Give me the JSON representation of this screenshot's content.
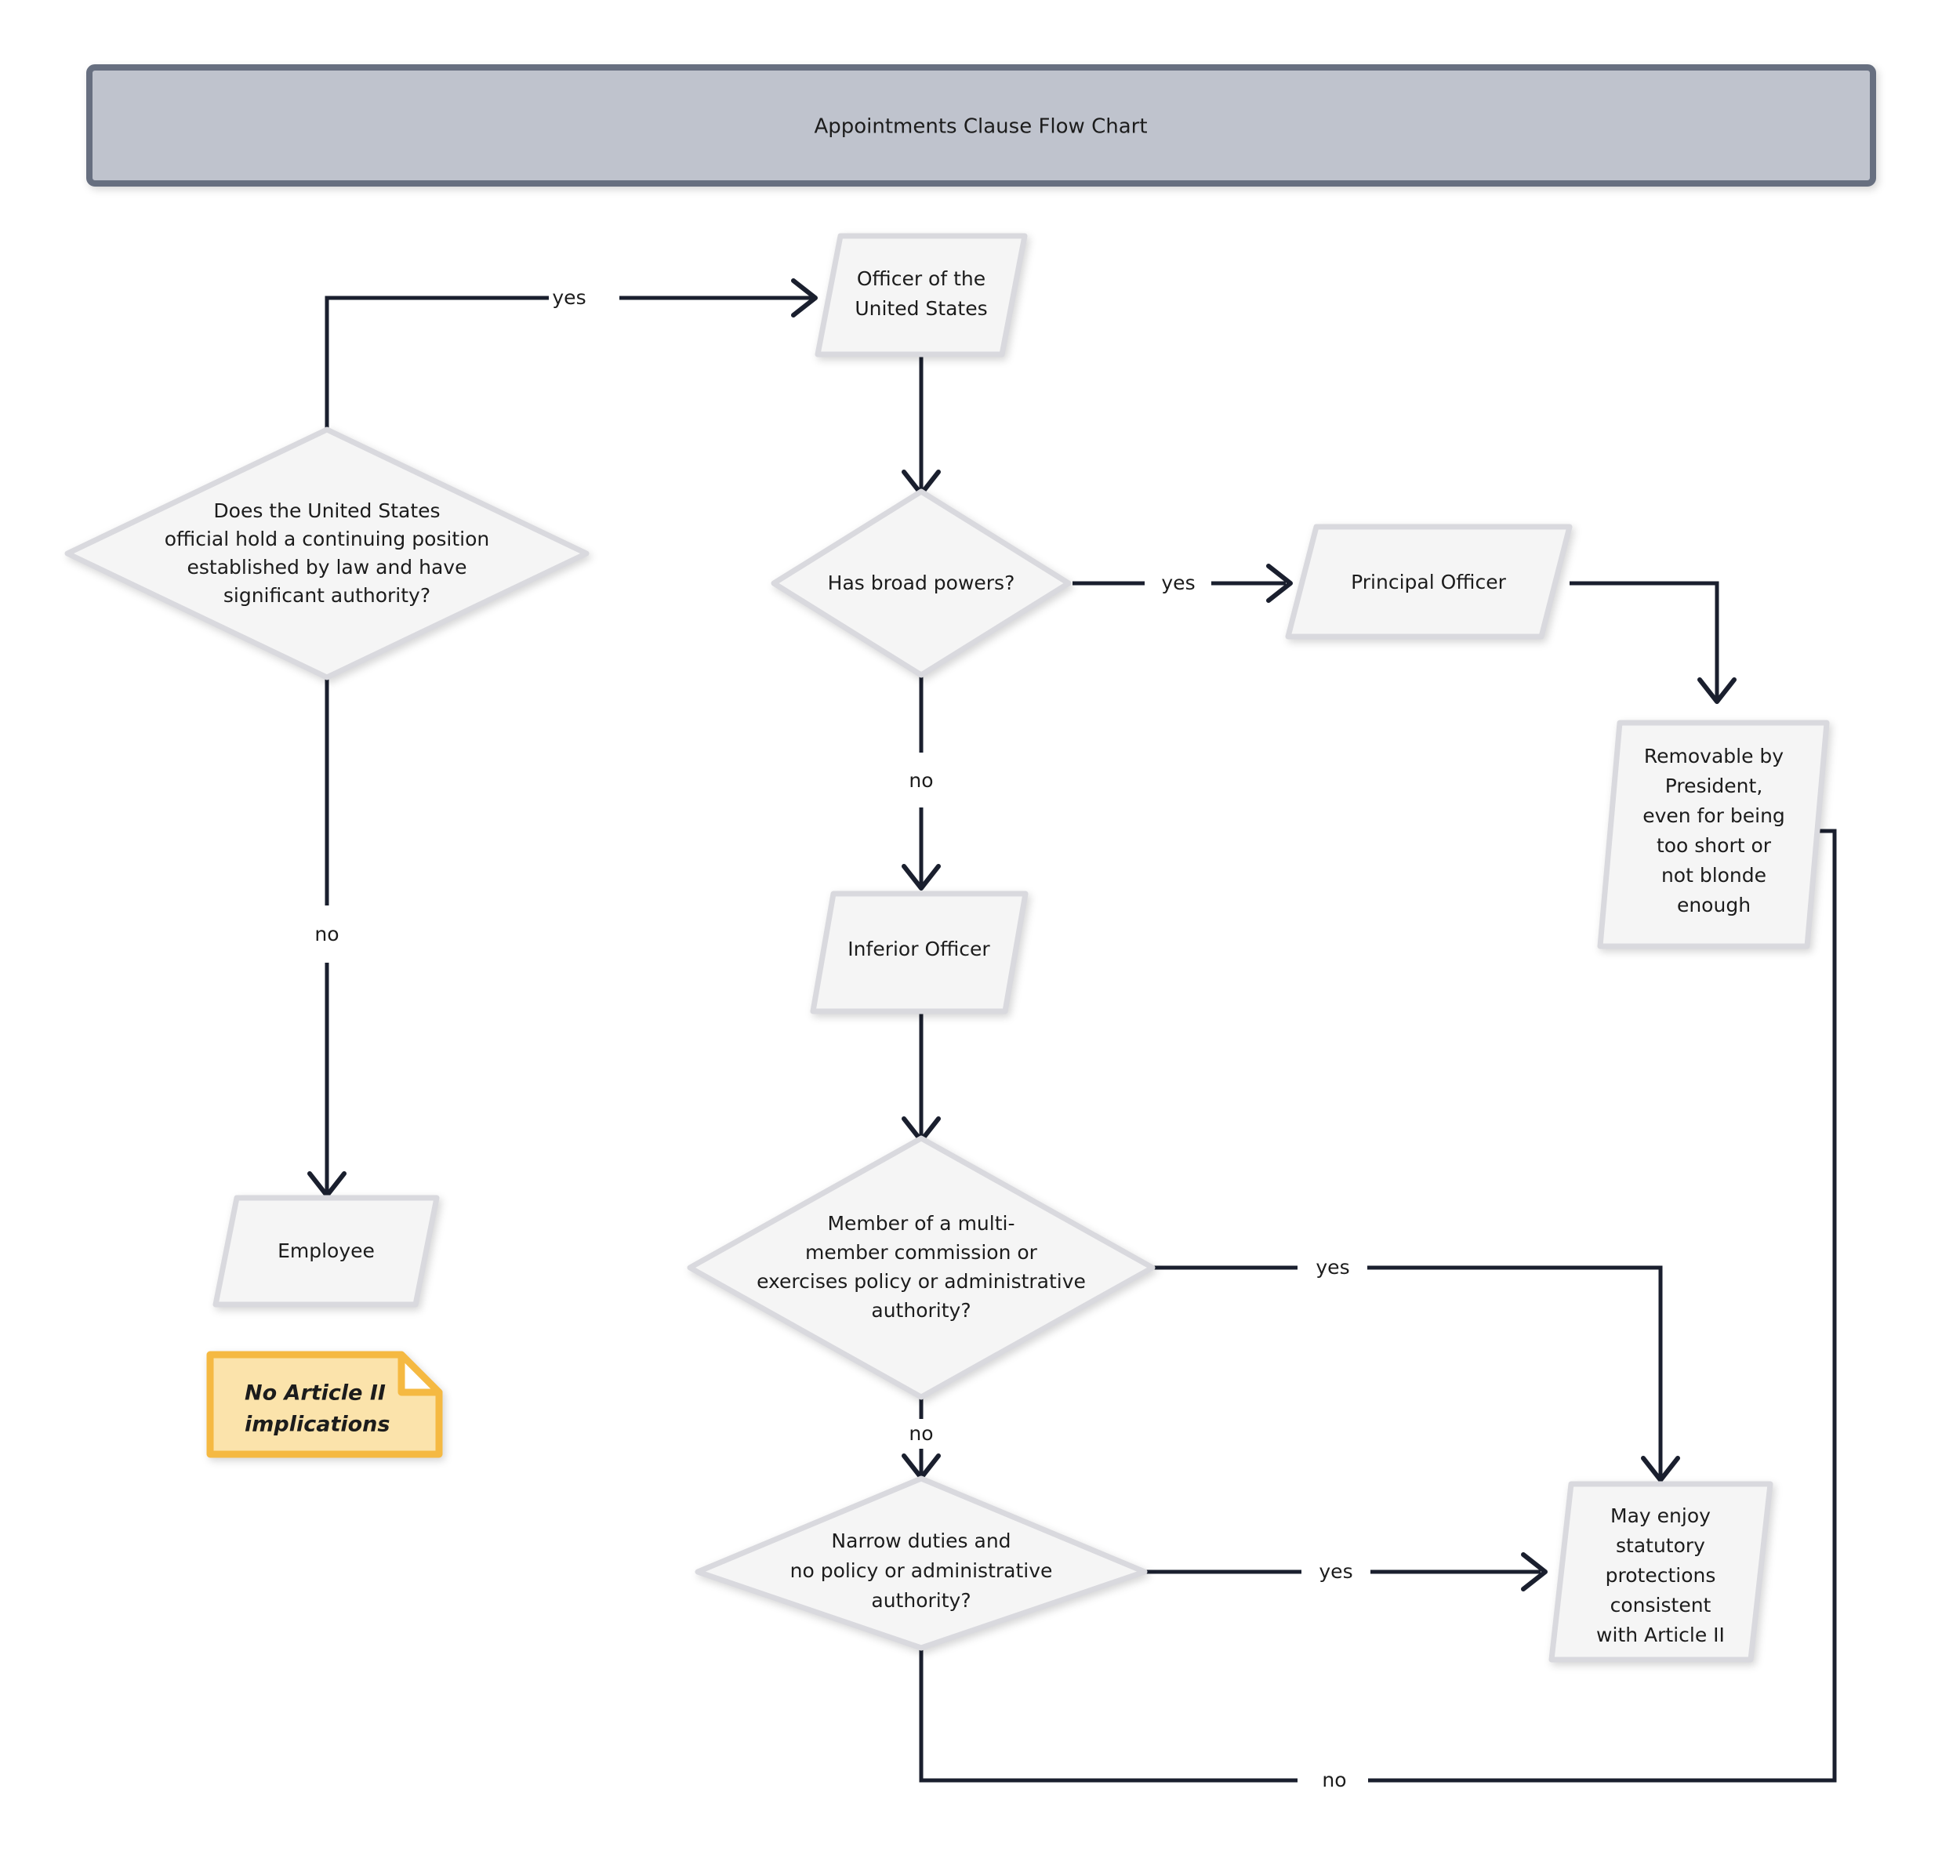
{
  "title_bar": {
    "label": "Appointments Clause Flow Chart",
    "fill": "#bfc3cd",
    "border": "#676f80"
  },
  "theme": {
    "node_fill": "#f5f5f5",
    "node_border": "#d9d9de",
    "edge_color": "#1a1f2e",
    "note_fill": "#fbe3ab",
    "note_border": "#f5b942",
    "text_color": "#1c1c1c",
    "background": "#ffffff"
  },
  "chart_data": {
    "type": "diagram",
    "title": "Appointments Clause Flow Chart",
    "nodes": [
      {
        "id": "q-official",
        "shape": "diamond",
        "lines": [
          "Does the United States",
          "official hold a continuing position",
          "established by law and have",
          "significant authority?"
        ]
      },
      {
        "id": "officer-us",
        "shape": "parallelogram",
        "lines": [
          "Officer of the",
          "United States"
        ]
      },
      {
        "id": "employee",
        "shape": "parallelogram",
        "lines": [
          "Employee"
        ]
      },
      {
        "id": "note-no-article-ii",
        "shape": "note",
        "lines": [
          "No Article II",
          "implications"
        ]
      },
      {
        "id": "q-broad-powers",
        "shape": "diamond",
        "lines": [
          "Has broad powers?"
        ]
      },
      {
        "id": "principal-officer",
        "shape": "parallelogram",
        "lines": [
          "Principal Officer"
        ]
      },
      {
        "id": "removable",
        "shape": "parallelogram",
        "lines": [
          "Removable by",
          "President,",
          "even for being",
          "too short or",
          "not blonde",
          "enough"
        ]
      },
      {
        "id": "inferior-officer",
        "shape": "parallelogram",
        "lines": [
          "Inferior Officer"
        ]
      },
      {
        "id": "q-multimember",
        "shape": "diamond",
        "lines": [
          "Member of a multi-",
          "member commission or",
          "exercises policy or administrative",
          "authority?"
        ]
      },
      {
        "id": "q-narrow-duties",
        "shape": "diamond",
        "lines": [
          "Narrow duties and",
          "no policy or administrative",
          "authority?"
        ]
      },
      {
        "id": "statutory-protections",
        "shape": "parallelogram",
        "lines": [
          "May enjoy",
          "statutory",
          "protections",
          "consistent",
          "with Article II"
        ]
      }
    ],
    "edges": [
      {
        "id": "e1",
        "from": "q-official",
        "to": "officer-us",
        "label": "yes"
      },
      {
        "id": "e2",
        "from": "q-official",
        "to": "employee",
        "label": "no"
      },
      {
        "id": "e3",
        "from": "officer-us",
        "to": "q-broad-powers",
        "label": ""
      },
      {
        "id": "e4",
        "from": "q-broad-powers",
        "to": "principal-officer",
        "label": "yes"
      },
      {
        "id": "e5",
        "from": "q-broad-powers",
        "to": "inferior-officer",
        "label": "no"
      },
      {
        "id": "e6",
        "from": "principal-officer",
        "to": "removable",
        "label": ""
      },
      {
        "id": "e7",
        "from": "inferior-officer",
        "to": "q-multimember",
        "label": ""
      },
      {
        "id": "e8",
        "from": "q-multimember",
        "to": "statutory-protections",
        "label": "yes"
      },
      {
        "id": "e9",
        "from": "q-multimember",
        "to": "q-narrow-duties",
        "label": "no"
      },
      {
        "id": "e10",
        "from": "q-narrow-duties",
        "to": "statutory-protections",
        "label": "yes"
      },
      {
        "id": "e11",
        "from": "q-narrow-duties",
        "to": "removable",
        "label": "no"
      }
    ]
  },
  "nodes": {
    "q_official": {
      "l1": "Does the United States",
      "l2": "official hold a continuing position",
      "l3": "established by law and have",
      "l4": "significant authority?"
    },
    "officer_us": {
      "l1": "Officer of the",
      "l2": "United States"
    },
    "employee": {
      "l1": "Employee"
    },
    "note": {
      "l1": "No Article II",
      "l2": "implications"
    },
    "q_broad": {
      "l1": "Has broad powers?"
    },
    "principal": {
      "l1": "Principal Officer"
    },
    "removable": {
      "l1": "Removable by",
      "l2": "President,",
      "l3": "even for being",
      "l4": "too short or",
      "l5": "not blonde",
      "l6": "enough"
    },
    "inferior": {
      "l1": "Inferior Officer"
    },
    "q_multi": {
      "l1": "Member of a multi-",
      "l2": "member commission or",
      "l3": "exercises policy or administrative",
      "l4": "authority?"
    },
    "q_narrow": {
      "l1": "Narrow duties and",
      "l2": "no policy or administrative",
      "l3": "authority?"
    },
    "statutory": {
      "l1": "May enjoy",
      "l2": "statutory",
      "l3": "protections",
      "l4": "consistent",
      "l5": "with Article II"
    }
  },
  "labels": {
    "yes_top": "yes",
    "no_left": "no",
    "yes_broad": "yes",
    "no_broad": "no",
    "yes_multi": "yes",
    "no_multi": "no",
    "yes_narrow": "yes",
    "no_narrow": "no"
  }
}
